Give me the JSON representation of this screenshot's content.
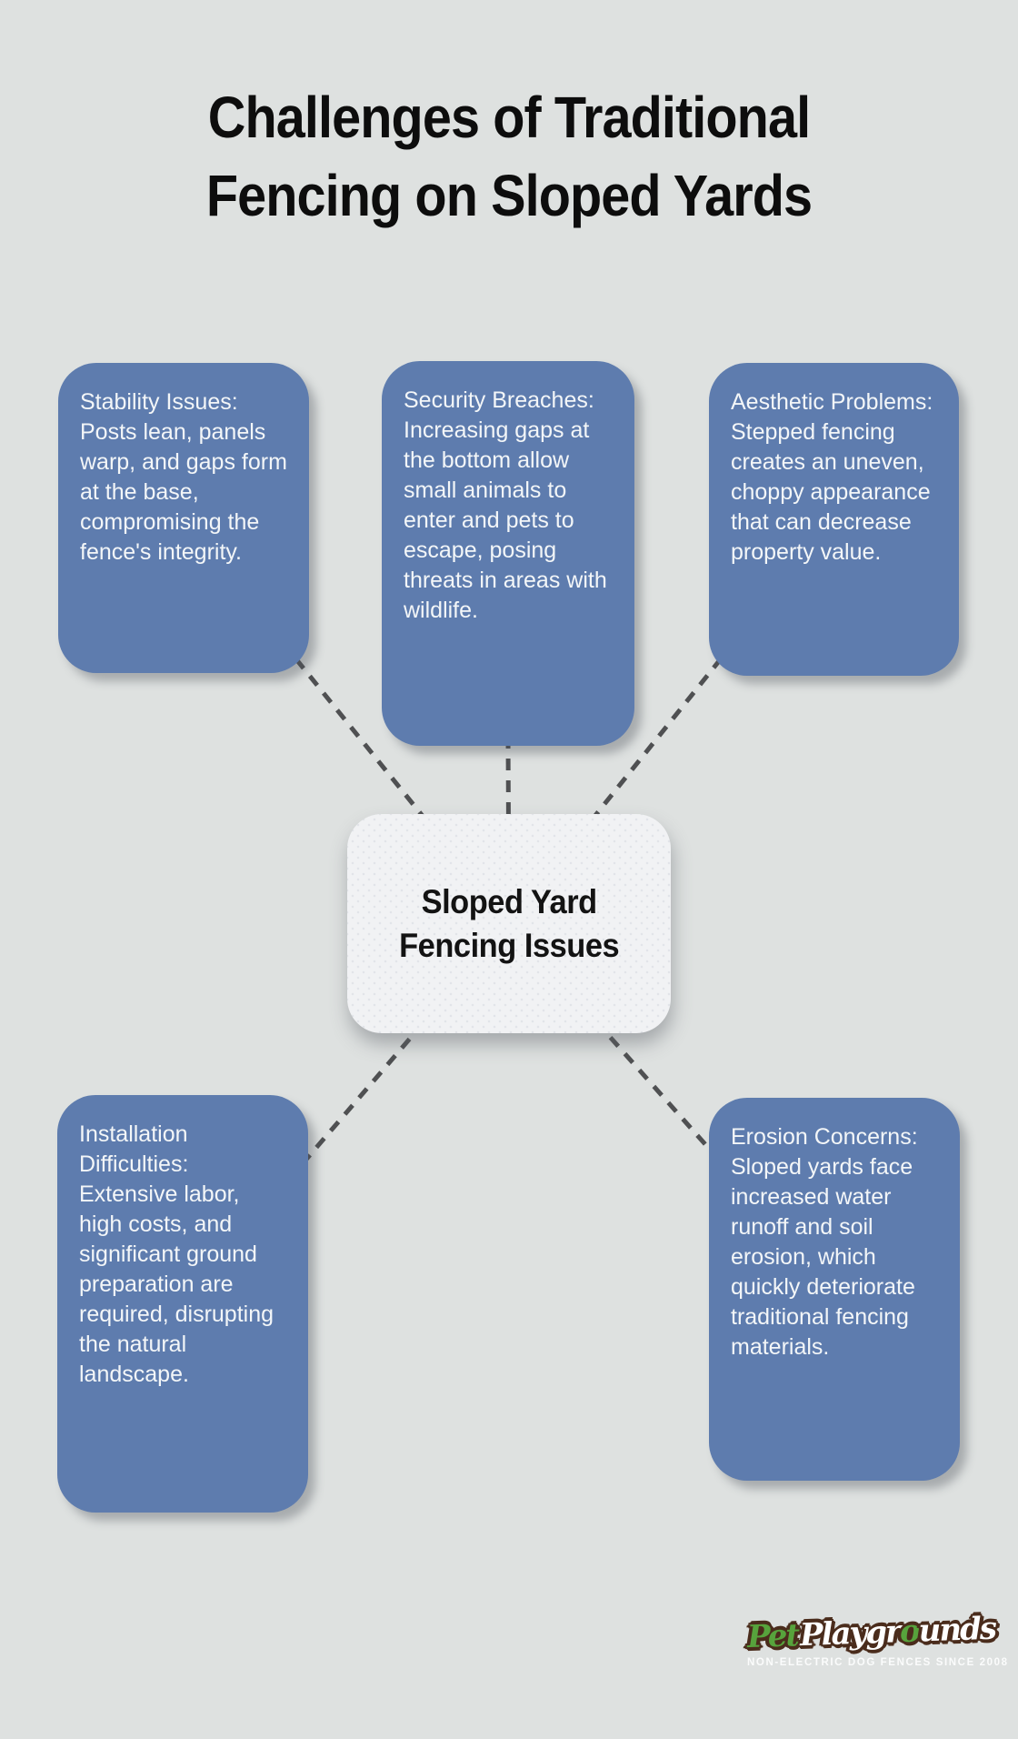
{
  "title": {
    "line1": "Challenges of Traditional",
    "line2": "Fencing on Sloped Yards"
  },
  "center": {
    "line1": "Sloped Yard",
    "line2": "Fencing Issues"
  },
  "nodes": [
    {
      "id": "stability",
      "text": "Stability Issues: Posts lean, panels warp, and gaps form at the base, compromising the fence's integrity."
    },
    {
      "id": "security",
      "text": "Security Breaches: Increasing gaps at the bottom allow small animals to enter and pets to escape, posing threats in areas with wildlife."
    },
    {
      "id": "aesthetic",
      "text": "Aesthetic Problems: Stepped fencing creates an uneven, choppy appearance that can decrease property value."
    },
    {
      "id": "installation",
      "text": "Installation Difficulties: Extensive labor, high costs, and significant ground preparation are required, disrupting the natural landscape."
    },
    {
      "id": "erosion",
      "text": "Erosion Concerns: Sloped yards face increased water runoff and soil erosion, which quickly deteriorate traditional fencing materials."
    }
  ],
  "logo": {
    "pet": "Pet",
    "playgr": "Playgr",
    "paw_o": "o",
    "unds": "unds",
    "tagline": "NON-ELECTRIC DOG FENCES SINCE 2008"
  },
  "colors": {
    "background": "#dee1e0",
    "node_blue": "#5e7cae",
    "node_text": "#f3f6f8",
    "center_box": "#f1f2f4",
    "connector_gray": "#4f5052",
    "title_black": "#0d0d0d",
    "logo_green": "#57a33c",
    "logo_brown": "#4a2c1c"
  }
}
